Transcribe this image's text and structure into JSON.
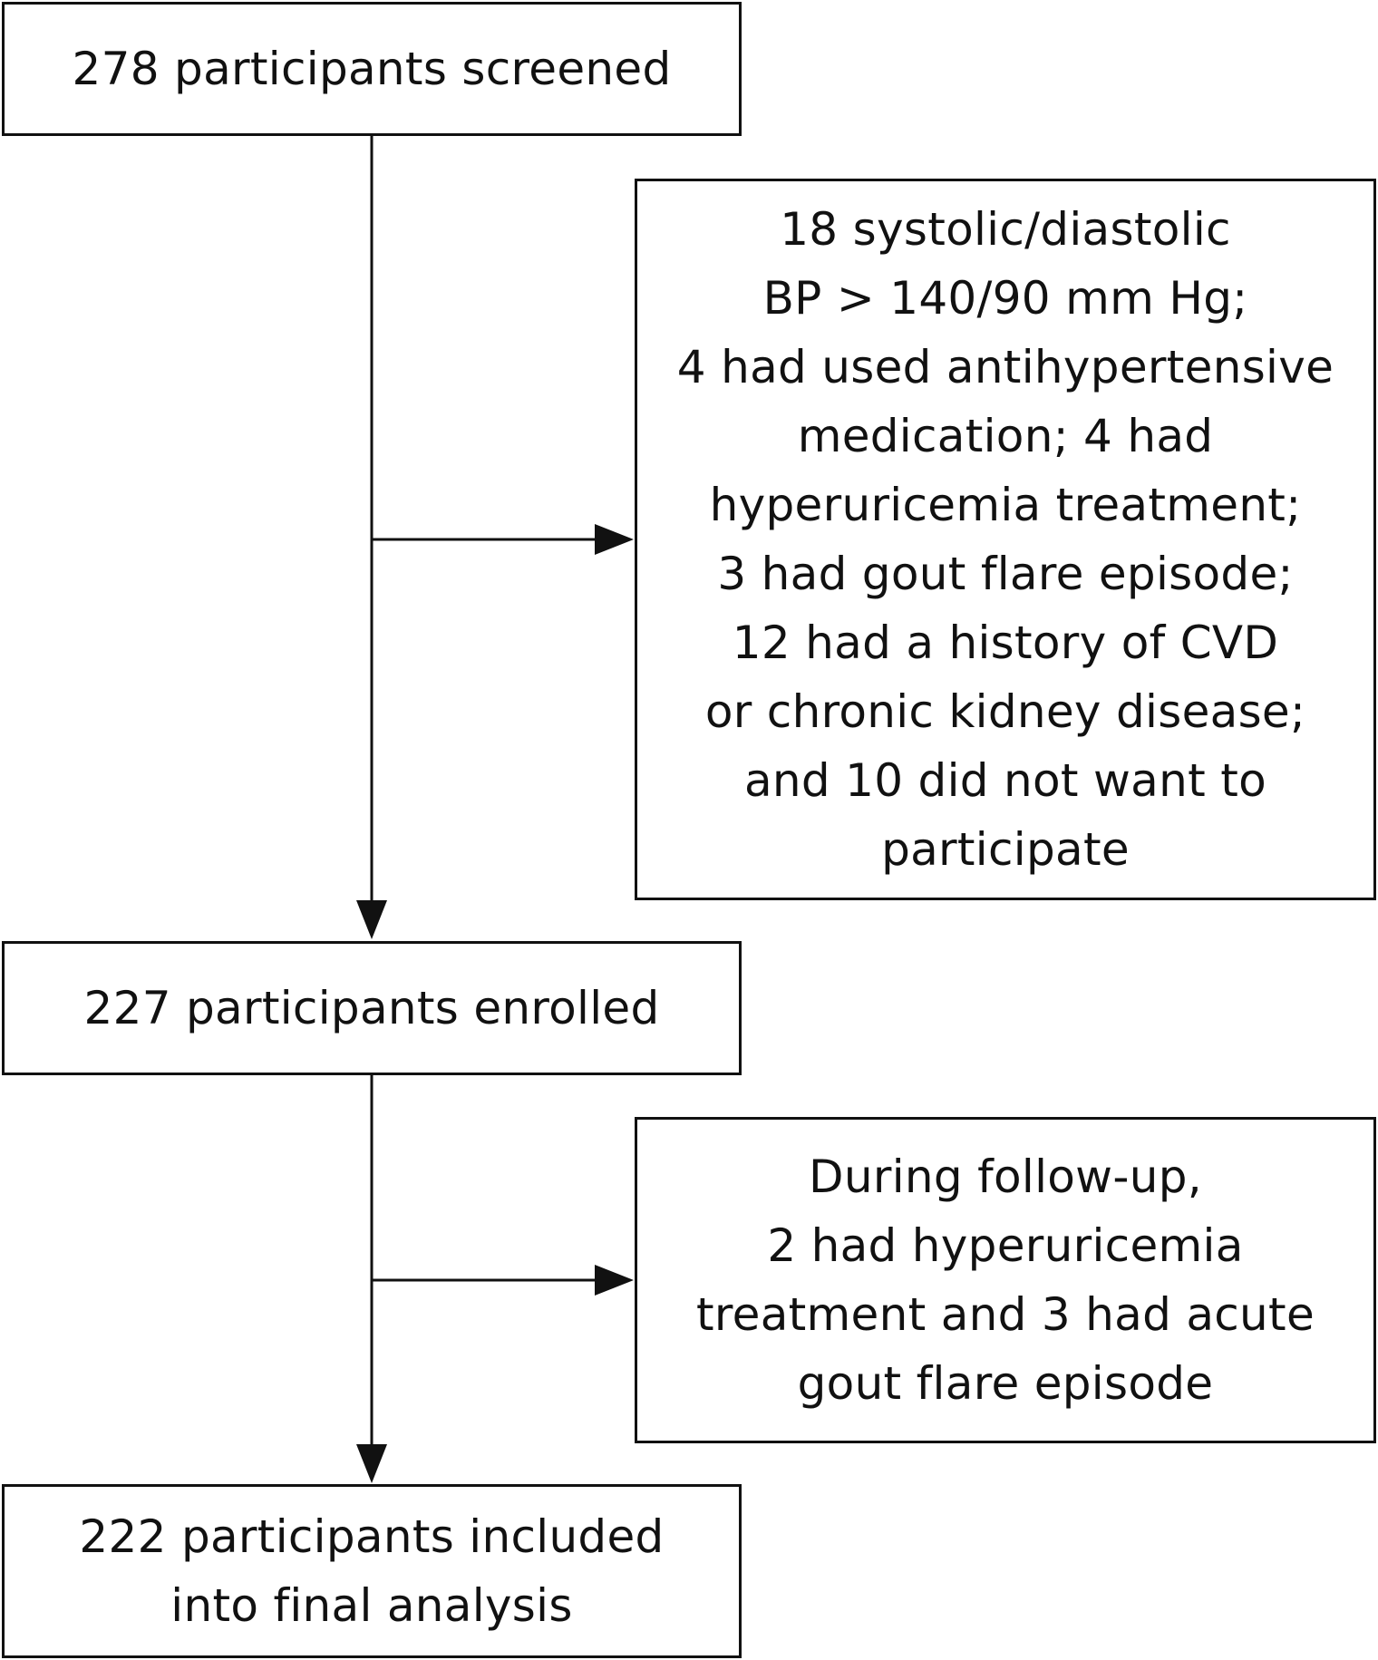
{
  "boxes": {
    "screened": {
      "lines": [
        "278 participants screened"
      ]
    },
    "excluded": {
      "lines": [
        "18 systolic/diastolic",
        "BP > 140/90 mm Hg;",
        "4 had used antihypertensive",
        "medication; 4 had",
        "hyperuricemia treatment;",
        "3 had gout flare episode;",
        "12 had a history of CVD",
        "or chronic kidney disease;",
        "and 10 did not want to",
        "participate"
      ]
    },
    "enrolled": {
      "lines": [
        "227 participants enrolled"
      ]
    },
    "followup": {
      "lines": [
        "During follow-up,",
        "2 had hyperuricemia",
        "treatment and 3 had acute",
        "gout flare episode"
      ]
    },
    "final": {
      "lines": [
        "222 participants included",
        "into final analysis"
      ]
    }
  }
}
